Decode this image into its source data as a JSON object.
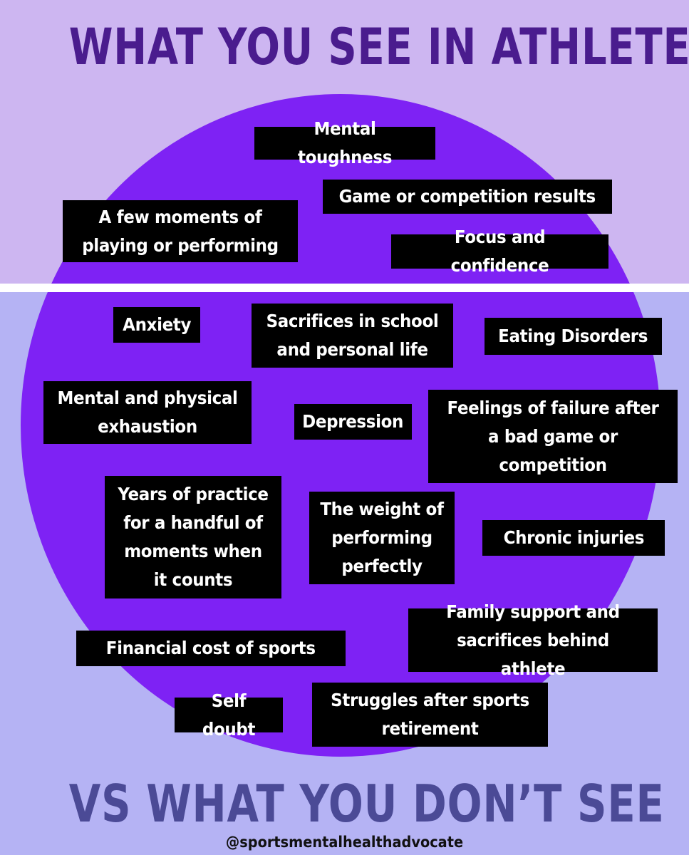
{
  "title": "WHAT YOU SEE IN ATHLETES",
  "subtitle": "VS WHAT YOU DON’T SEE",
  "handle": "@sportsmentalhealthadvocate",
  "colors": {
    "top_background": "#cdb6f1",
    "bottom_background": "#b5b3f4",
    "circle": "#7e22f4",
    "title_text": "#4a1c8e",
    "subtitle_text": "#4b4a96",
    "label_box": "#000000",
    "label_text": "#ffffff"
  },
  "visible_items": [
    "Mental toughness",
    "Game or competition results",
    "A few moments of playing or performing",
    "Focus and confidence"
  ],
  "hidden_items": [
    "Anxiety",
    "Sacrifices in school and personal life",
    "Eating Disorders",
    "Mental and physical exhaustion",
    "Depression",
    "Feelings of failure after a bad game or competition",
    "Years of practice for a handful of moments when it counts",
    "The weight of performing perfectly",
    "Chronic injuries",
    "Financial cost of sports",
    "Family support and sacrifices behind athlete",
    "Self doubt",
    "Struggles after sports retirement"
  ]
}
